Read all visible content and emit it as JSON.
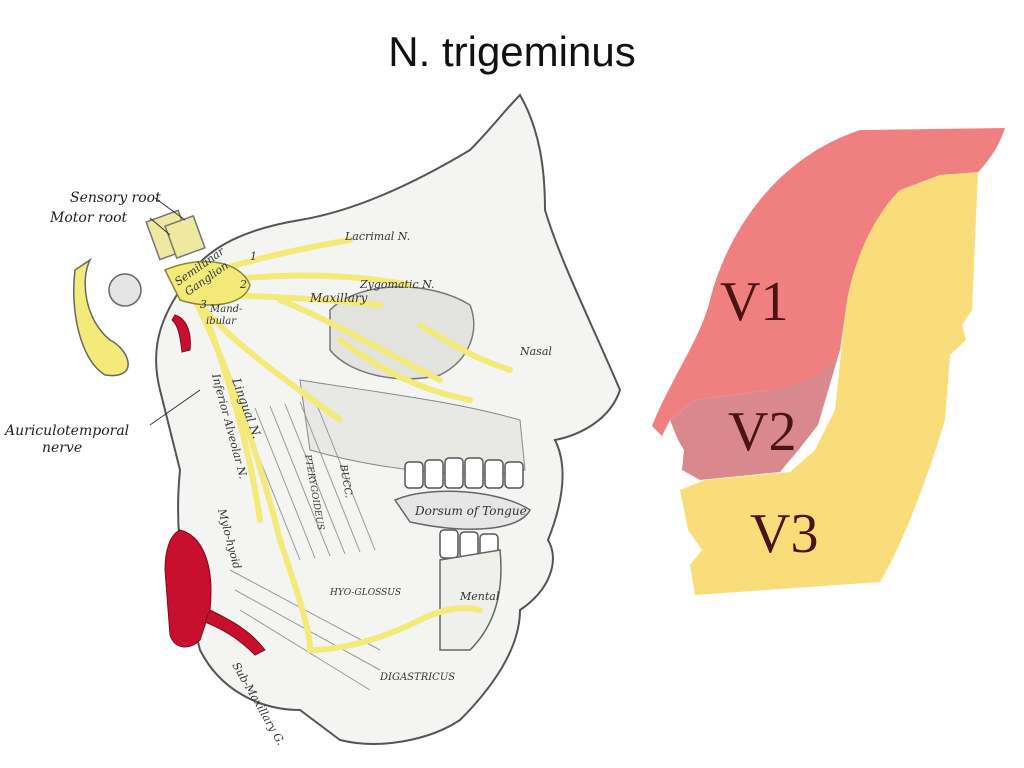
{
  "title": "N. trigeminus",
  "anatomy": {
    "labels": {
      "sensory_root": "Sensory root",
      "motor_root": "Motor root",
      "auriculotemporal": "Auriculotemporal",
      "nerve": "nerve"
    },
    "inline_labels": {
      "semilunar": "Semilunar",
      "ganglion": "Ganglion",
      "lacrimal": "Lacrimal N.",
      "zygomatic": "Zygomatic N.",
      "maxillary": "Maxillary",
      "mandibular_a": "Mand-",
      "mandibular_b": "ibular",
      "lingual": "Lingual N.",
      "inferior_alveolar": "Inferior Alveolar N.",
      "mylo_hyoid": "Mylo-hyoid",
      "dorsum_of_tongue": "Dorsum of Tongue",
      "mental": "Mental",
      "digastricus": "DIGASTRICUS",
      "sub_maxillary": "Sub-Maxillary G.",
      "nasal": "Nasal",
      "buccinator": "BUCC.",
      "pterygoideus": "PTERYGOIDEUS",
      "hyoglossus": "HYO-GLOSSUS",
      "num1": "1",
      "num2": "2",
      "num3": "3"
    },
    "colors": {
      "nerve": "#f3ea7a",
      "artery": "#c8102e",
      "ink": "#444444"
    }
  },
  "zones": {
    "V1": {
      "label": "V1",
      "color": "#f08080"
    },
    "V2": {
      "label": "V2",
      "color": "#d9898d"
    },
    "V3": {
      "label": "V3",
      "color": "#f9dd7a"
    }
  }
}
